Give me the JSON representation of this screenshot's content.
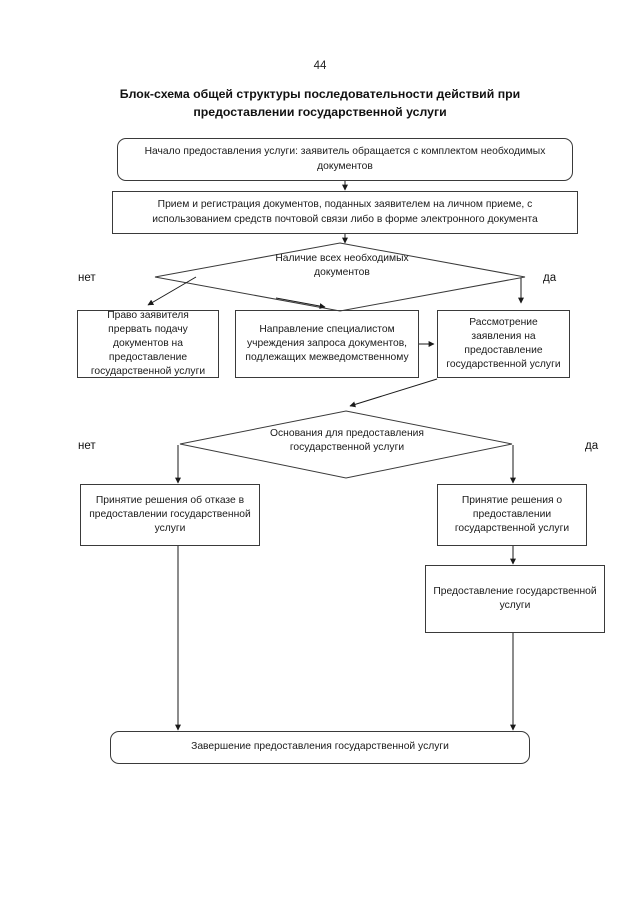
{
  "document": {
    "page_number": "44",
    "title": "Блок-схема общей структуры последовательности действий при предоставлении государственной услуги"
  },
  "chart_data": {
    "type": "diagram",
    "diagram_kind": "flowchart",
    "title": "Блок-схема общей структуры последовательности действий при предоставлении государственной услуги",
    "orientation": "top-to-bottom",
    "nodes": [
      {
        "id": "start",
        "shape": "rounded-rect",
        "text": "Начало предоставления услуги: заявитель обращается с комплектом необходимых документов"
      },
      {
        "id": "registration",
        "shape": "rect",
        "text": "Прием и регистрация документов, поданных заявителем на личном приеме, с использованием средств почтовой связи либо в форме электронного документа"
      },
      {
        "id": "decision-documents",
        "shape": "diamond",
        "text": "Наличие всех необходимых документов"
      },
      {
        "id": "right-to-interrupt",
        "shape": "rect",
        "text": "Право заявителя прервать подачу документов на предоставление государственной услуги"
      },
      {
        "id": "interagency-request",
        "shape": "rect",
        "text": "Направление специалистом учреждения запроса документов, подлежащих межведомственному"
      },
      {
        "id": "application-review",
        "shape": "rect",
        "text": "Рассмотрение заявления на предоставление государственной услуги"
      },
      {
        "id": "decision-grounds",
        "shape": "diamond",
        "text": "Основания для предоставления государственной услуги"
      },
      {
        "id": "decision-refusal",
        "shape": "rect",
        "text": "Принятие решения об отказе в предоставлении государственной услуги"
      },
      {
        "id": "decision-approval",
        "shape": "rect",
        "text": "Принятие решения о предоставлении государственной услуги"
      },
      {
        "id": "service-provision",
        "shape": "rect",
        "text": "Предоставление государственной услуги"
      },
      {
        "id": "completion",
        "shape": "rounded-rect",
        "text": "Завершение предоставления государственной услуги"
      }
    ],
    "edges": [
      {
        "from": "start",
        "to": "registration",
        "label": ""
      },
      {
        "from": "registration",
        "to": "decision-documents",
        "label": ""
      },
      {
        "from": "decision-documents",
        "to": "right-to-interrupt",
        "label": "нет"
      },
      {
        "from": "decision-documents",
        "to": "interagency-request",
        "label": ""
      },
      {
        "from": "decision-documents",
        "to": "application-review",
        "label": "да"
      },
      {
        "from": "interagency-request",
        "to": "application-review",
        "label": ""
      },
      {
        "from": "application-review",
        "to": "decision-grounds",
        "label": ""
      },
      {
        "from": "decision-grounds",
        "to": "decision-refusal",
        "label": "нет"
      },
      {
        "from": "decision-grounds",
        "to": "decision-approval",
        "label": "да"
      },
      {
        "from": "decision-approval",
        "to": "service-provision",
        "label": ""
      },
      {
        "from": "decision-refusal",
        "to": "completion",
        "label": ""
      },
      {
        "from": "service-provision",
        "to": "completion",
        "label": ""
      }
    ],
    "branch_labels": [
      {
        "id": "no-1",
        "text": "нет"
      },
      {
        "id": "yes-1",
        "text": "да"
      },
      {
        "id": "no-2",
        "text": "нет"
      },
      {
        "id": "yes-2",
        "text": "да"
      }
    ],
    "colors": {
      "stroke": "#3a3a3a",
      "text": "#1a1a1a",
      "background": "#ffffff"
    }
  }
}
